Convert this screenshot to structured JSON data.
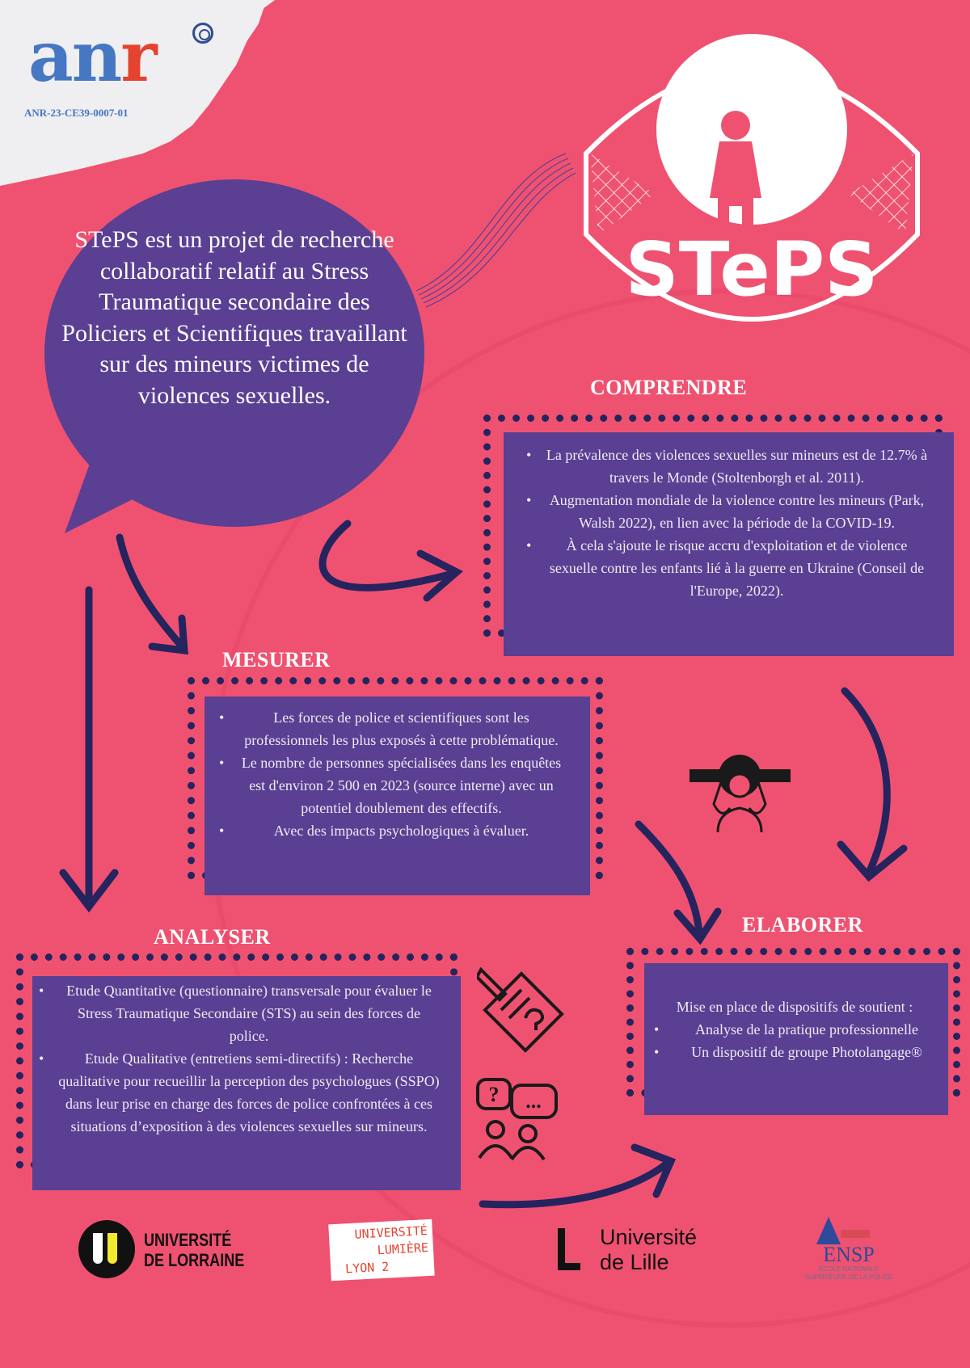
{
  "header": {
    "logo_text_blue": "an",
    "logo_text_red": "r",
    "grant_code": "ANR-23-CE39-0007-01"
  },
  "intro": {
    "text": "STePS est un projet de recherche collaboratif relatif au Stress Traumatique secondaire des Policiers et Scientifiques travaillant sur des mineurs victimes de violences sexuelles."
  },
  "project_logo": {
    "text": "STePS"
  },
  "sections": {
    "comprendre": {
      "title": "COMPRENDRE",
      "items": [
        "La prévalence des violences sexuelles sur mineurs est de 12.7% à travers le Monde (Stoltenborgh et al. 2011).",
        "Augmentation mondiale de la violence contre les mineurs (Park, Walsh 2022), en lien avec la période de la COVID-19.",
        "À cela s'ajoute le risque accru d'exploitation et de violence sexuelle contre les enfants lié à la guerre en Ukraine (Conseil de l'Europe, 2022)."
      ]
    },
    "mesurer": {
      "title": "MESURER",
      "items": [
        "Les forces de police et scientifiques sont les professionnels les plus exposés à cette problématique.",
        "Le nombre de personnes spécialisées dans les enquêtes est d'environ 2 500 en 2023 (source interne) avec un potentiel doublement des effectifs.",
        "Avec des impacts psychologiques à évaluer."
      ]
    },
    "analyser": {
      "title": "ANALYSER",
      "items": [
        "Etude Quantitative (questionnaire) transversale pour évaluer le Stress Traumatique Secondaire (STS) au sein des forces de police.",
        "Etude Qualitative (entretiens semi-directifs) : Recherche qualitative pour recueillir la perception des psychologues (SSPO) dans leur prise en charge des forces de police confrontées à ces situations d’exposition à des violences sexuelles sur mineurs."
      ]
    },
    "elaborer": {
      "title": "ELABORER",
      "intro": "Mise en place de dispositifs de soutient :",
      "items": [
        "Analyse de la pratique professionnelle",
        "Un dispositif de groupe Photolangage®"
      ]
    }
  },
  "partners": {
    "lorraine": [
      "UNIVERSITÉ",
      "DE LORRAINE"
    ],
    "lyon": [
      "UNIVERSITÉ",
      "LUMIÈRE",
      "LYON 2"
    ],
    "lille": [
      "Université",
      "de Lille"
    ],
    "ensp": {
      "name": "ENSP",
      "sub": "ÉCOLE NATIONALE SUPÉRIEURE DE LA POLICE"
    }
  },
  "colors": {
    "background": "#ef5271",
    "panel": "#5a3f92",
    "arrow": "#25245e"
  }
}
